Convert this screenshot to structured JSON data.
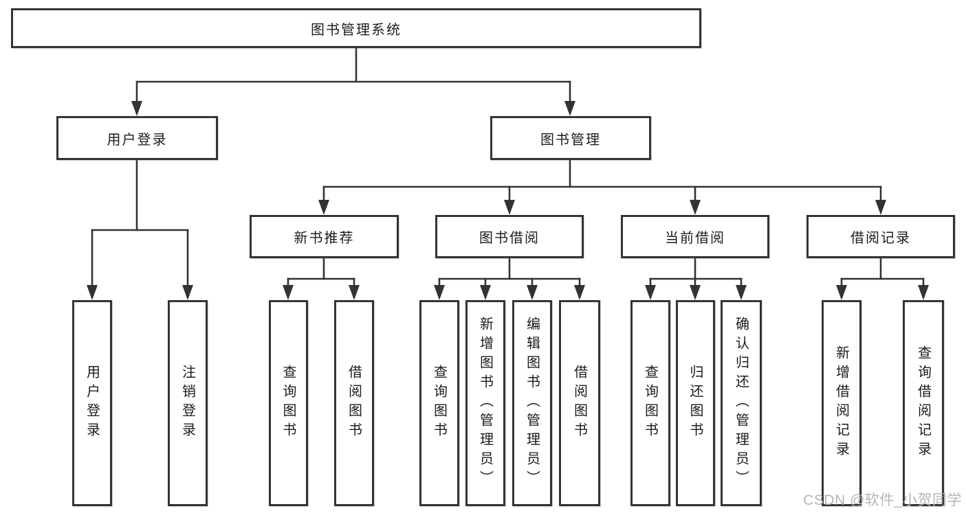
{
  "diagram": {
    "title": "图书管理系统",
    "type": "hierarchy-structure-chart"
  },
  "nodes": [
    {
      "id": "root",
      "level": 1,
      "label": "图书管理系统"
    },
    {
      "id": "user-login",
      "level": 2,
      "label": "用户登录"
    },
    {
      "id": "book-management",
      "level": 2,
      "label": "图书管理"
    },
    {
      "id": "new-book-recommend",
      "level": 3,
      "label": "新书推荐"
    },
    {
      "id": "book-borrow",
      "level": 3,
      "label": "图书借阅"
    },
    {
      "id": "current-borrow",
      "level": 3,
      "label": "当前借阅"
    },
    {
      "id": "borrow-records",
      "level": 3,
      "label": "借阅记录"
    },
    {
      "id": "leaf-user-login",
      "level": 4,
      "label": "用户登录"
    },
    {
      "id": "leaf-logout",
      "level": 4,
      "label": "注销登录"
    },
    {
      "id": "leaf-query-book-1",
      "level": 4,
      "label": "查询图书"
    },
    {
      "id": "leaf-borrow-book-1",
      "level": 4,
      "label": "借阅图书"
    },
    {
      "id": "leaf-query-book-2",
      "level": 4,
      "label": "查询图书"
    },
    {
      "id": "leaf-add-book",
      "level": 4,
      "label": "新增图书（管理员）"
    },
    {
      "id": "leaf-edit-book",
      "level": 4,
      "label": "编辑图书（管理员）"
    },
    {
      "id": "leaf-borrow-book-2",
      "level": 4,
      "label": "借阅图书"
    },
    {
      "id": "leaf-query-book-3",
      "level": 4,
      "label": "查询图书"
    },
    {
      "id": "leaf-return-book",
      "level": 4,
      "label": "归还图书"
    },
    {
      "id": "leaf-confirm-return",
      "level": 4,
      "label": "确认归还（管理员）"
    },
    {
      "id": "leaf-add-borrow-record",
      "level": 4,
      "label": "新增借阅记录"
    },
    {
      "id": "leaf-query-borrow-record",
      "level": 4,
      "label": "查询借阅记录"
    }
  ],
  "hierarchy": {
    "图书管理系统": {
      "用户登录": [
        "用户登录",
        "注销登录"
      ],
      "图书管理": {
        "新书推荐": [
          "查询图书",
          "借阅图书"
        ],
        "图书借阅": [
          "查询图书",
          "新增图书（管理员）",
          "编辑图书（管理员）",
          "借阅图书"
        ],
        "当前借阅": [
          "查询图书",
          "归还图书",
          "确认归还（管理员）"
        ],
        "借阅记录": [
          "新增借阅记录",
          "查询借阅记录"
        ]
      }
    }
  },
  "watermark": {
    "text": "CSDN @软件_小贺同学",
    "color": "#b5b5b5"
  },
  "colors": {
    "line": "#333333",
    "border": "#343434",
    "text": "#1c1c1c",
    "background": "#ffffff"
  }
}
